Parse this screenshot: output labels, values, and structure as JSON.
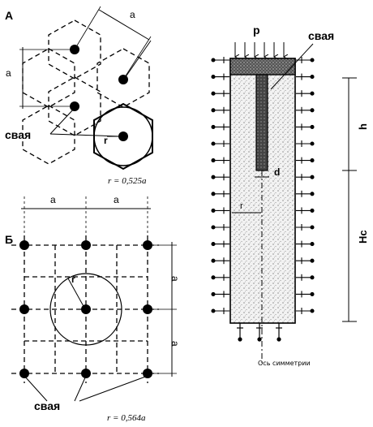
{
  "panel_a": {
    "label": "А",
    "dim_a_top": "a",
    "dim_a_left": "a",
    "pile_label": "свая",
    "radius_label": "r",
    "formula": "r = 0,525a"
  },
  "panel_b": {
    "label": "Б",
    "dim_a_1": "a",
    "dim_a_2": "a",
    "dim_a_right_1": "a",
    "dim_a_right_2": "a",
    "radius_label": "r",
    "pile_label": "свая",
    "formula": "r = 0,564a"
  },
  "section": {
    "load_label": "p",
    "pile_label": "свая",
    "h_label": "h",
    "hc_label": "Hc",
    "d_label": "d",
    "r_label": "r",
    "axis_label": "Ось симметрии"
  }
}
